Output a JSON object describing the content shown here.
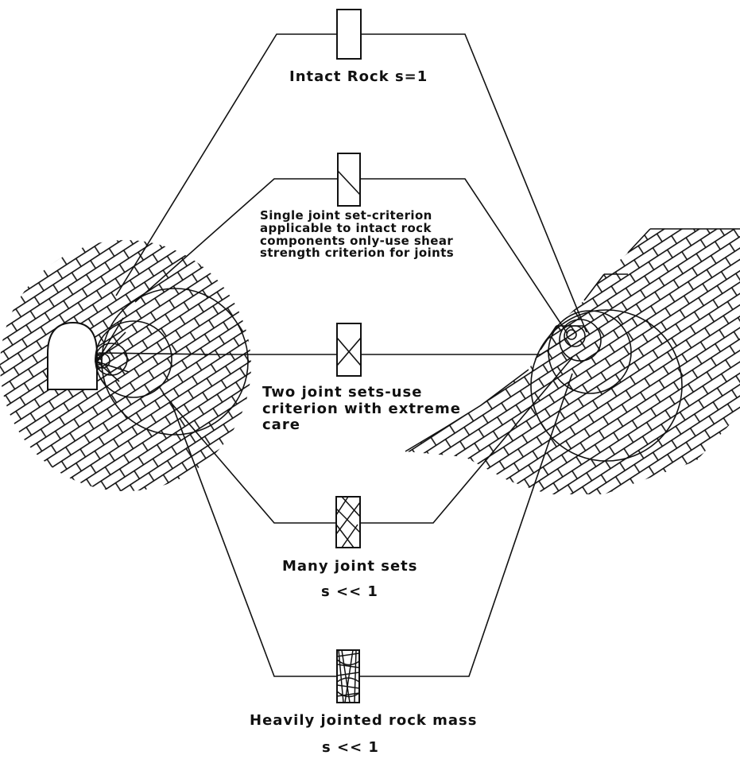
{
  "labels": {
    "intact": "Intact Rock   s=1",
    "single_joint": [
      "Single joint set-criterion",
      "applicable to intact rock",
      "components only-use shear",
      "strength criterion for joints"
    ],
    "two_joint": [
      "Two joint sets-use",
      "criterion with extreme",
      "care"
    ],
    "many_joint": {
      "title": "Many joint sets",
      "s": "s << 1"
    },
    "heavy": {
      "title": "Heavily jointed rock mass",
      "s": "s << 1"
    }
  },
  "colors": {
    "ink": "#111111",
    "paper": "#ffffff"
  }
}
